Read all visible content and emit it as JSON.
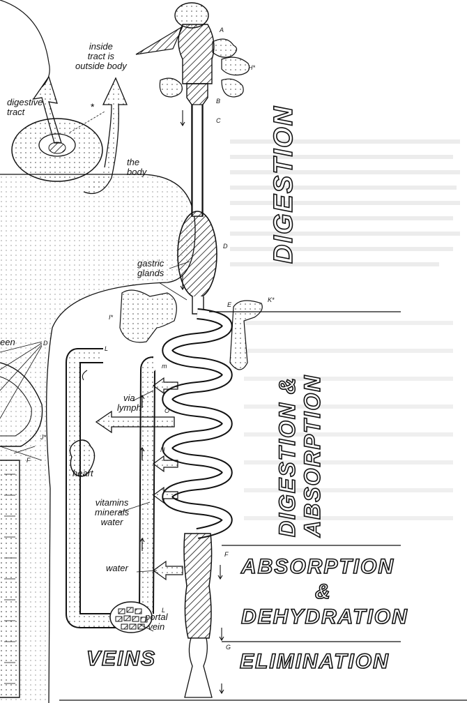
{
  "inset": {
    "top_note": [
      "inside",
      "tract is",
      "outside body"
    ],
    "digestive_tract": [
      "digestive",
      "tract"
    ],
    "the_body": [
      "the",
      "body"
    ]
  },
  "organs": {
    "gastric_glands": [
      "gastric",
      "glands"
    ],
    "via_lymph": [
      "via",
      "lymph"
    ],
    "heart": "heart",
    "vitamins": [
      "vitamins",
      "minerals",
      "water"
    ],
    "water": "water",
    "portal_vein": [
      "portal",
      "vein"
    ],
    "spleen_fragment": "een"
  },
  "letters": [
    "A",
    "B",
    "C",
    "D",
    "E",
    "F",
    "G",
    "H*",
    "I*",
    "K*",
    "L",
    "m",
    "N",
    "O",
    "J*",
    "D",
    "F",
    "L"
  ],
  "banners": {
    "digestion": "DIGESTION",
    "digestion_absorption_1": "DIGESTION &",
    "digestion_absorption_2": "ABSORPTION",
    "absorption": "ABSORPTION",
    "amp": "&",
    "dehydration": "DEHYDRATION",
    "veins": "VEINS",
    "elimination": "ELIMINATION"
  }
}
